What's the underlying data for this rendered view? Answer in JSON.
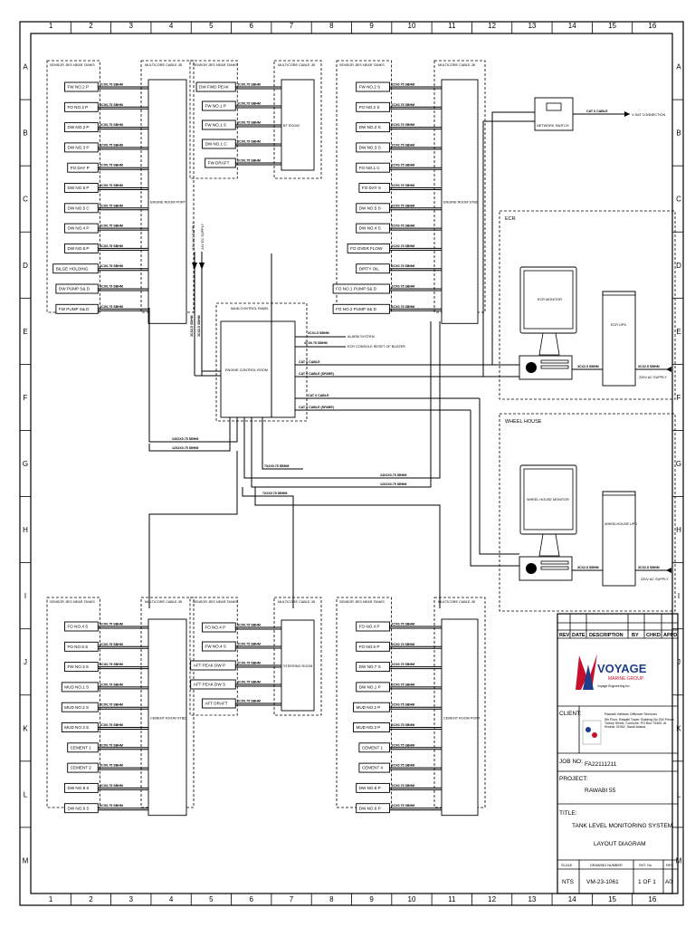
{
  "frame": {
    "columns": [
      "1",
      "2",
      "3",
      "4",
      "5",
      "6",
      "7",
      "8",
      "9",
      "10",
      "11",
      "12",
      "13",
      "14",
      "15",
      "16"
    ],
    "rows": [
      "A",
      "B",
      "C",
      "D",
      "E",
      "F",
      "G",
      "H",
      "I",
      "J",
      "K",
      "L",
      "M"
    ]
  },
  "groups": [
    {
      "header_left": "SENSOR JB'S NEAR TANKS",
      "header_right": "MULTICORE CABLE JB",
      "room": "ENGINE ROOM PORT",
      "sensors": [
        "FW NO.2 P",
        "FO NO.2 P",
        "DW NO.2 P",
        "DW NO.3 P",
        "FO DAY P",
        "DW NO.5 P",
        "DW NO.5 C",
        "DW NO.4 P",
        "DW NO.6 P",
        "BILGE HOLDING",
        "DW PUMP S& D",
        "FW PUMP S& D"
      ]
    },
    {
      "header_left": "SENSOR JB'S NEAR TANKS",
      "header_right": "MULTICORE CABLE JB",
      "room": "BT ROOM",
      "sensors": [
        "DW FWD PEAK",
        "FW NO.1 P",
        "FW NO.1 S",
        "DW NO.1 C",
        "FW DRAFT"
      ]
    },
    {
      "header_left": "SENSOR JB'S NEAR TANKS",
      "header_right": "MULTICORE CABLE JB",
      "room": "ENGINE ROOM STBD",
      "sensors": [
        "FW NO.2 S",
        "FO NO.2 S",
        "DW NO.2 S",
        "DW NO.3 S",
        "FO NO.1 C",
        "FO DAY S",
        "DW NO.5 S",
        "DW NO.4 S",
        "FO OVER FLOW",
        "DIRTY OIL",
        "FO NO.1 PUMP S& D",
        "FO NO.2 PUMP S& D"
      ]
    },
    {
      "header_left": "SENSOR JB'S NEAR TANKS",
      "header_right": "MULTICORE CABLE JB",
      "room": "CEMENT ROOM STBD",
      "sensors": [
        "FO NO.4 S",
        "FO NO.5 S",
        "FW NO.3 S",
        "MUD NO.1 S",
        "MUD NO.2 S",
        "MUD NO.3 S",
        "CEMENT 1",
        "CEMENT 2",
        "DW NO.8 S",
        "DW NO.6 S"
      ]
    },
    {
      "header_left": "SENSOR JB'S NEAR TANKS",
      "header_right": "MULTICORE CABLE JB",
      "room": "STEERING ROOM",
      "sensors": [
        "FO NO.4 P",
        "FW NO.4 S",
        "AFT PEAK DW P",
        "AFT PEAK DW S",
        "AFT DRAFT"
      ]
    },
    {
      "header_left": "SENSOR JB'S NEAR TANKS",
      "header_right": "MULTICORE CABLE JB",
      "room": "CEMENT ROOM PORT",
      "sensors": [
        "FO NO.4 P",
        "FO NO.5 P",
        "DW NO.7 S",
        "DW NO.1 P",
        "MUD NO.2 P",
        "MUD NO.3 P",
        "CEMENT 1",
        "CEMENT 4",
        "DW NO.8 P",
        "DW NO.6 P"
      ]
    }
  ],
  "cable_label": "2CX0.75 SBHM",
  "main_panel": {
    "header": "MAIN CONTROL PANEL",
    "title": "ENGINE CONTROL ROOM"
  },
  "supply_labels": [
    "220 VAC SUPPLY",
    "24V DC SUPPLY"
  ],
  "cable_labels": {
    "alarm_cable": "2CX1.5 SBHM",
    "alarm": "ALARM SYSTEM",
    "buzzer_cable": "4CX0.75 SBHM",
    "buzzer": "ECR CONSOLE RESET OF BUZZER",
    "cat6_1": "CAT 6 CABLE",
    "cat6_1b": "CAT 6 CABLE (SPARE)",
    "cat6_2": "CAT 6 CABLE",
    "cat6_2b": "CAT 6 CABLE (SPARE)",
    "trunk_1": "24X2X0.75 SBHM",
    "trunk_2": "12X2X0.75 SBHM",
    "trunk_3": "7X2X0.75 SBHM",
    "trunk_4": "24X2X0.75 SBHM",
    "trunk_5": "12X2X0.75 SBHM",
    "trunk_6": "7X2X0.75 SBHM",
    "panel_v1": "3CX2.5 SBHM",
    "panel_v2": "3CX2.5 SBHM",
    "monitor_cable_1": "3CX2.5 SBHM",
    "monitor_cable_2": "3CX2.5 SBHM",
    "ups_cable_1": "3CX2.5 SBHM",
    "ups_cable_2": "3CX2.5 SBHM"
  },
  "network": {
    "switch": "NETWORK SWITCH",
    "cable": "CAT 6 CABLE",
    "vsat": "V-SAT CONNECTION"
  },
  "ecr": {
    "zone": "ECR",
    "monitor": "ECR MONITOR",
    "ups": "ECR UPS",
    "supply": "220V AC SUPPLY"
  },
  "wheelhouse": {
    "zone": "WHEEL HOUSE",
    "monitor": "WHEEL HOUSE MONITOR",
    "ups": "WHEELHOUSE UPS",
    "supply": "220V AC SUPPLY"
  },
  "title_block": {
    "rev_headers": [
      "REV",
      "DATE",
      "DESCRIPTION",
      "BY",
      "CHKD",
      "APPD"
    ],
    "company": "VOYAGE",
    "company_sub": "MARINE GROUP",
    "company_tag": "Voyage Engineering Inc.",
    "client_label": "CLIENT:",
    "client_name": "Rawabi Vallianz Offshore Services",
    "client_addr": "5th Floor, Rawabi Tower, Building No 204 Prince Turkey Street, Corniche, PO Box 70400, Al Khobar 31952, Saudi Arabia",
    "job_label": "JOB NO:",
    "job_no": "FA22111211",
    "project_label": "PROJECT:",
    "project": "RAWABI 55",
    "title_label": "TITLE:",
    "title_1": "TANK LEVEL MONITORING SYSTEM",
    "title_2": "LAYOUT DIAGRAM",
    "scale_label": "SCALE",
    "scale": "NTS",
    "drawing_label": "DRAWING NUMBER",
    "drawing": "VM-23-1061",
    "sheet_label": "SHT. No",
    "sheet": "1 OF 1",
    "rev_label": "REV",
    "rev": "A0"
  },
  "colors": {
    "ink": "#000000",
    "paper": "#ffffff",
    "logo_red": "#c8102e",
    "logo_navy": "#1f3c88"
  }
}
